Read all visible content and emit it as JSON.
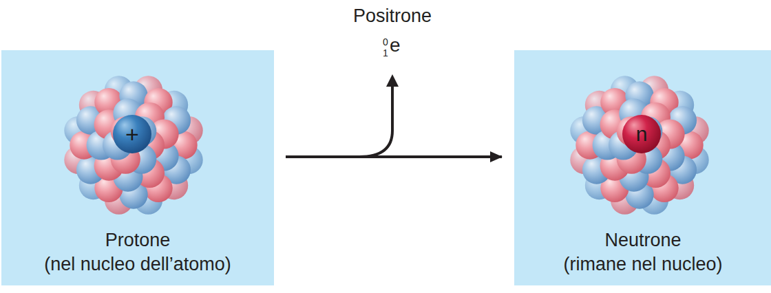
{
  "diagram": {
    "nodes": [
      {
        "text": [
          "Protone",
          "(nel nucleo dell’atomo)"
        ]
      },
      {
        "text": [
          "+"
        ],
        "in": 0
      },
      {
        "text": [
          "Neutrone",
          "(rimane nel nucleo)"
        ]
      },
      {
        "text": [
          "n"
        ],
        "in": 2
      }
    ],
    "edges": [
      {
        "from": 0,
        "to": 2,
        "arrow": "to"
      }
    ],
    "labels": [
      "Positrone",
      "0",
      "1",
      "e"
    ]
  }
}
